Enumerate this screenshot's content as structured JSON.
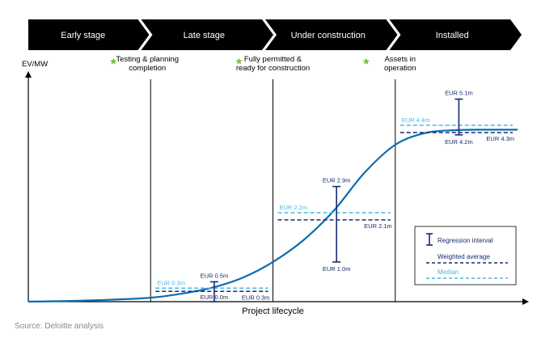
{
  "chart_data": {
    "type": "line",
    "title": "",
    "xlabel": "Project lifecycle",
    "ylabel": "EV/MW",
    "stages": [
      {
        "name": "Early stage"
      },
      {
        "name": "Late stage"
      },
      {
        "name": "Under construction"
      },
      {
        "name": "Installed"
      }
    ],
    "milestones": [
      {
        "label_lines": [
          "Testing & planning",
          "completion"
        ]
      },
      {
        "label_lines": [
          "Fully permitted &",
          "ready for construction"
        ]
      },
      {
        "label_lines": [
          "Assets in",
          "operation"
        ]
      }
    ],
    "series": [
      {
        "name": "",
        "description_curve": true,
        "x": [
          0.0,
          0.5,
          1.0,
          1.25,
          1.5,
          1.75,
          2.0,
          2.25,
          2.5,
          2.75,
          3.0,
          3.25,
          3.5,
          3.75,
          4.0
        ],
        "y": [
          0.0,
          0.03,
          0.1,
          0.2,
          0.35,
          0.6,
          1.0,
          1.55,
          2.3,
          3.25,
          3.95,
          4.25,
          4.32,
          4.33,
          4.33
        ]
      }
    ],
    "stage_values": [
      {
        "stage": "Late stage",
        "high": "EUR 0.5m",
        "low": "EUR 0.0m",
        "weighted_average": "EUR 0.3m",
        "median": "EUR 0.3m",
        "high_value": 0.5,
        "low_value": 0.0,
        "weighted_average_value": 0.3,
        "median_value": 0.3
      },
      {
        "stage": "Under construction",
        "high": "EUR 2.9m",
        "low": "EUR 1.0m",
        "weighted_average": "EUR 2.1m",
        "median": "EUR 2.2m",
        "high_value": 2.9,
        "low_value": 1.0,
        "weighted_average_value": 2.1,
        "median_value": 2.2
      },
      {
        "stage": "Installed",
        "high": "EUR 5.1m",
        "low": "EUR 4.2m",
        "weighted_average": "EUR 4.3m",
        "median": "EUR 4.4m",
        "high_value": 5.1,
        "low_value": 4.2,
        "weighted_average_value": 4.3,
        "median_value": 4.4
      }
    ],
    "legend": {
      "placement": "bottom-right",
      "items": [
        {
          "key": "interval",
          "label": "Regression interval"
        },
        {
          "key": "weighted",
          "label": "Weighted average"
        },
        {
          "key": "median",
          "label": "Median"
        }
      ]
    },
    "ylim": [
      0,
      5.6
    ],
    "grid": false,
    "colors": {
      "curve": "#0a6db2",
      "interval": "#1a2a6c",
      "weighted": "#1a2a6c",
      "median": "#4ab8e6",
      "stage_bar": "#000000",
      "stage_text": "#ffffff",
      "star": "#7cc242",
      "axis": "#000000"
    }
  },
  "source": "Source: Deloitte analysis"
}
